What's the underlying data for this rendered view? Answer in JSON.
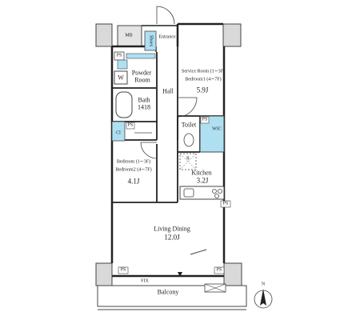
{
  "rooms": {
    "mb": "MB",
    "entrance": "Entrance",
    "shoes": "Shoes",
    "ps_top_left": "PS",
    "w": "W",
    "powder_line1": "Powder",
    "powder_line2": "Room",
    "bath_name": "Bath",
    "bath_size": "1418",
    "hall": "Hall",
    "service_line1": "Service Room (1∼3F)",
    "service_line2": "Bedroom1 (4∼7F)",
    "service_size": "5.9J",
    "toilet": "Toilet",
    "wic": "WIC",
    "ps_wic": "PS",
    "ps_mid_left": "PS",
    "cl": "Cl",
    "refrigerator": "R",
    "kitchen_name": "Kitchen",
    "kitchen_size": "3.2J",
    "bedroom_line1": "Bedroom (1∼3F)",
    "bedroom_line2": "Bedroom2 (4∼7F)",
    "bedroom_size": "4.1J",
    "ps_kitchen": "PS",
    "living_name": "Living Dining",
    "living_size": "12.0J",
    "ps_bottom_left": "PS",
    "ps_bottom_right": "PS",
    "fix": "FIX",
    "balcony": "Balcony"
  },
  "compass": {
    "north": "N"
  },
  "colors": {
    "wic_fill": "#aee0f2",
    "wall": "#222222",
    "column": "#d9d9d9"
  }
}
